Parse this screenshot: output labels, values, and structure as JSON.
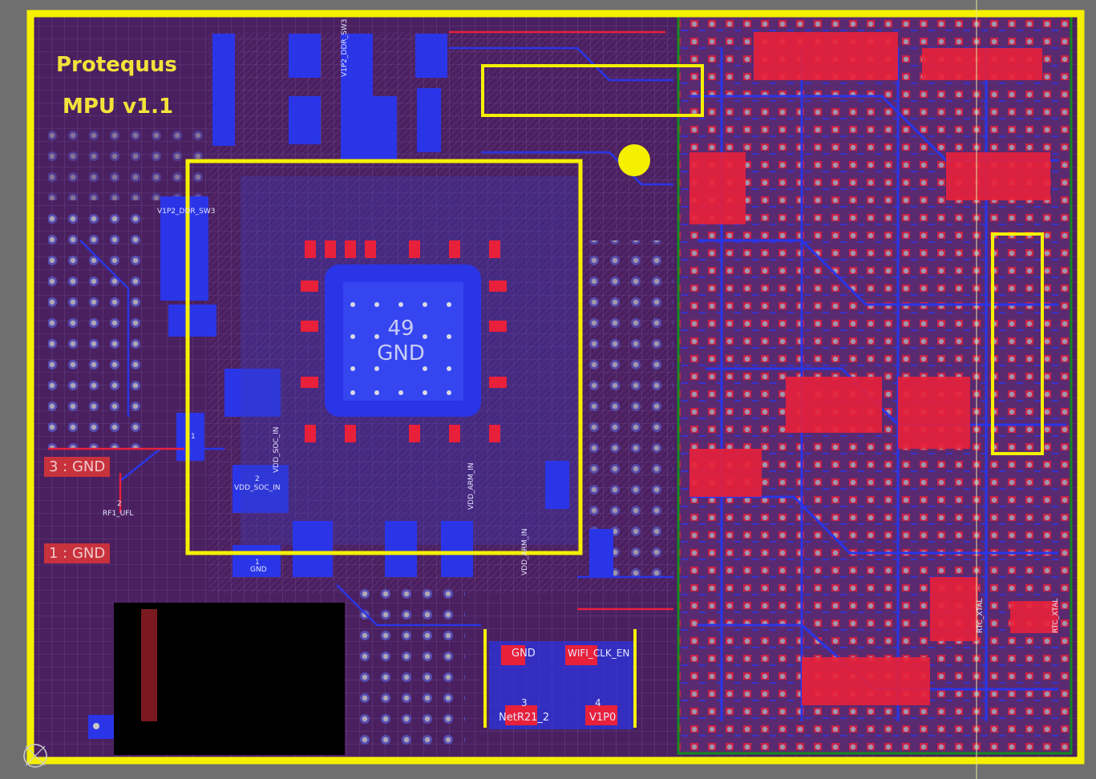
{
  "board": {
    "title_line1": "Protequus",
    "title_line2": "MPU v1.1",
    "colors": {
      "background": "#6f6f6f",
      "board_fill": "#4a2060",
      "outline": "#f5f000",
      "top_copper": "#e8203a",
      "bottom_copper": "#2a35e8",
      "keepout": "#148a20",
      "via": "#c8c8c8"
    }
  },
  "chip": {
    "pad_number": "49",
    "pad_net": "GND"
  },
  "net_labels": [
    {
      "text": "3 : GND"
    },
    {
      "text": "1 : GND"
    }
  ],
  "pad_labels": {
    "v1p2_ddr_sw3_left": "V1P2_DDR_SW3",
    "v1p2_ddr_sw3_top": "V1P2_DDR_SW3",
    "vdd_soc_in_a": "VDD_SOC_IN",
    "vdd_soc_in_b": "VDD_SOC_IN",
    "vdd_arm_in_a": "VDD_ARM_IN",
    "vdd_arm_in_b": "VDD_ARM_IN",
    "rf1_ufl": "RF1_UFL",
    "wifi_clk_en": "WIFI_CLK_EN",
    "netr21_2": "NetR21_2",
    "v1p0": "V1P0",
    "gnd_bottom": "GND",
    "rtc_xtal_a": "RTC_XTAL",
    "rtc_xtal_b": "RTC_XTAL",
    "pad3": "3",
    "pad4": "4",
    "pad2_a": "2",
    "pad2_b": "2",
    "pad1_a": "1",
    "pad1_b": "1"
  },
  "gnd_small_label": "GND"
}
